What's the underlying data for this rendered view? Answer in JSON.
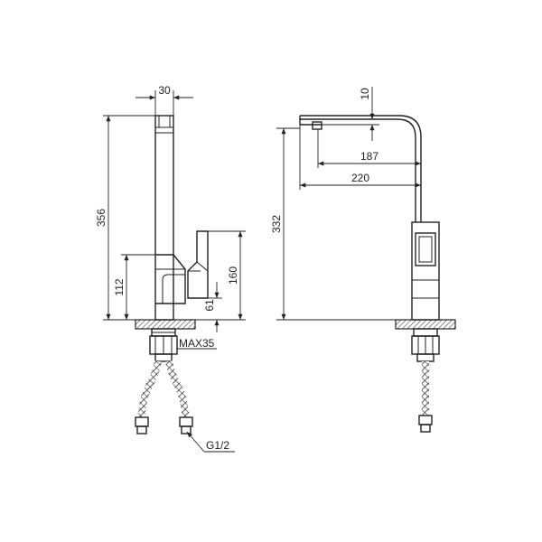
{
  "drawing": {
    "front_view": {
      "top_width": "30",
      "total_height": "356",
      "base_to_handle": "112",
      "handle_height": "160",
      "handle_offset": "61",
      "max_label": "MAX35",
      "thread_label": "G1/2"
    },
    "side_view": {
      "spout_drop": "10",
      "spout_reach_inner": "187",
      "spout_reach_outer": "220",
      "spout_height": "332"
    }
  },
  "colors": {
    "line": "#222222",
    "background": "#ffffff"
  }
}
